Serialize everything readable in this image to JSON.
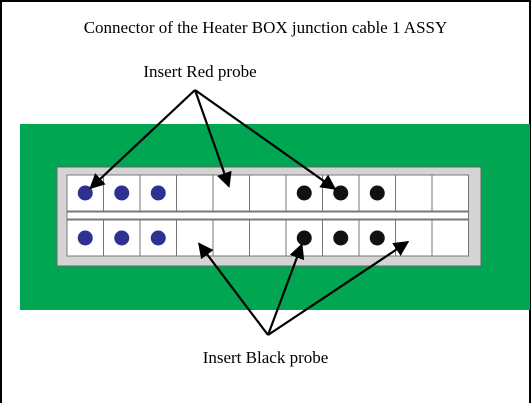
{
  "title": "Connector of the Heater BOX junction cable 1 ASSY",
  "red_probe_label": "Insert Red probe",
  "black_probe_label": "Insert Black probe",
  "colors": {
    "board": "#00a651",
    "connector_body": "#d4d4d4",
    "cell": "#ffffff",
    "pin_blue": "#2e3192",
    "pin_white": "#ffffff",
    "pin_black": "#111111"
  },
  "connector": {
    "rows": [
      [
        "blue",
        "blue",
        "blue",
        "white",
        "white",
        "white",
        "black",
        "black",
        "black",
        "empty",
        "empty"
      ],
      [
        "blue",
        "blue",
        "blue",
        "white",
        "white",
        "white",
        "black",
        "black",
        "black",
        "empty",
        "empty"
      ]
    ]
  },
  "red_probe_targets": [
    {
      "row": 0,
      "col": 0
    },
    {
      "row": 0,
      "col": 4
    },
    {
      "row": 0,
      "col": 7
    }
  ],
  "black_probe_targets": [
    {
      "row": 1,
      "col": 3
    },
    {
      "row": 1,
      "col": 6
    },
    {
      "row": 1,
      "col": 9
    }
  ]
}
